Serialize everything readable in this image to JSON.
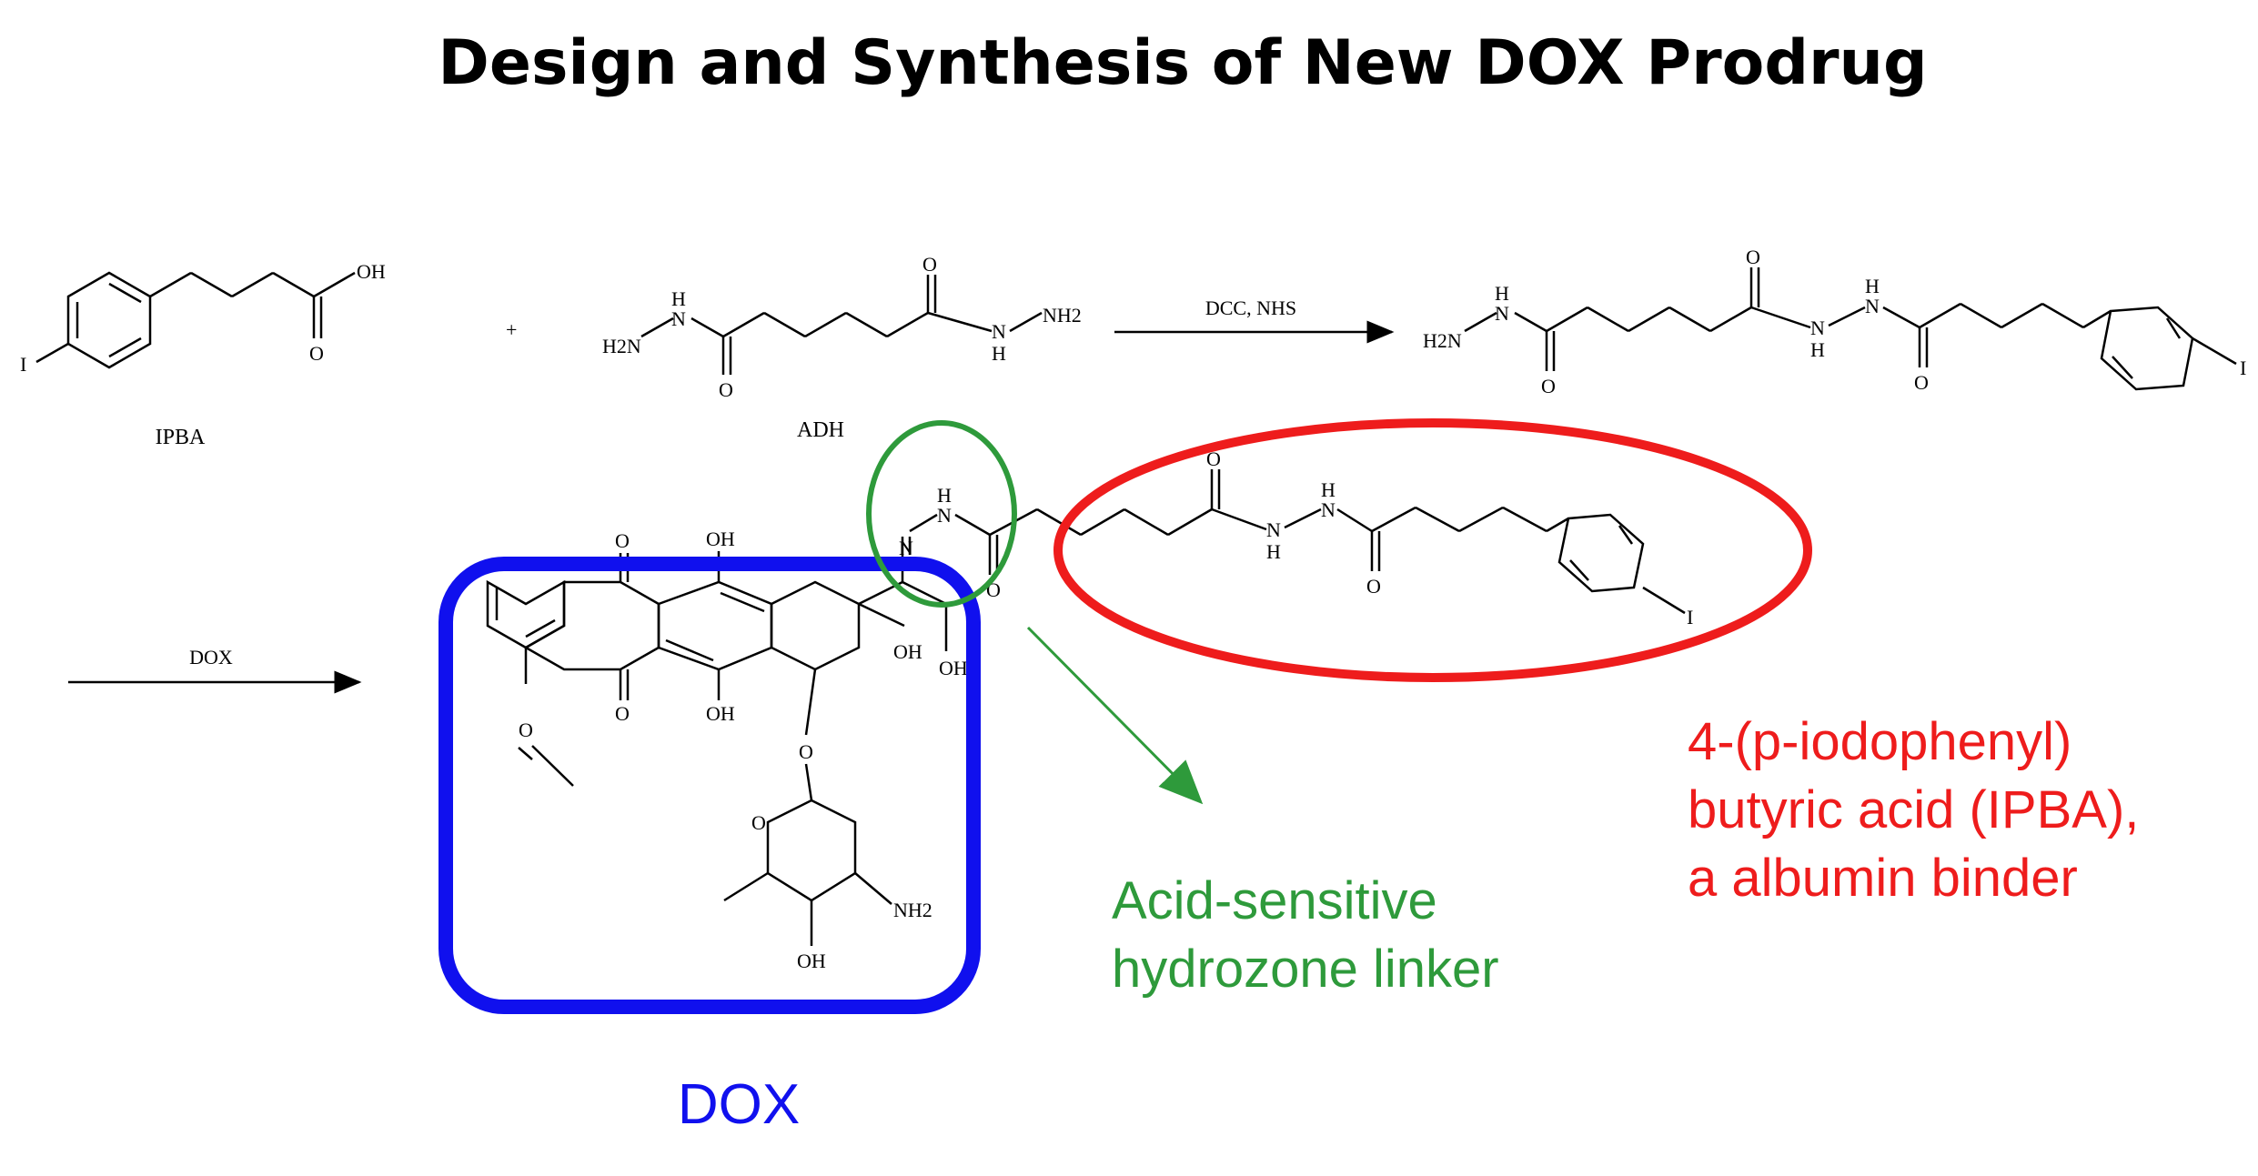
{
  "title": "Design and Synthesis of New DOX Prodrug",
  "reaction": {
    "plus": "+",
    "reagents_1": "DCC, NHS",
    "reagents_2": "DOX"
  },
  "compounds": {
    "ipba": "IPBA",
    "adh": "ADH"
  },
  "atoms": {
    "oh": "OH",
    "o": "O",
    "i": "I",
    "h": "H",
    "n": "N",
    "h2n": "H2N",
    "nh2": "NH2"
  },
  "annotations": {
    "dox_box": {
      "label": "DOX",
      "color": "#1010ee"
    },
    "linker": {
      "line1": "Acid-sensitive",
      "line2": "hydrozone linker",
      "color": "#2e9a3b"
    },
    "binder": {
      "line1": "4-(p-iodophenyl)",
      "line2": "butyric acid (IPBA),",
      "line3": "a albumin binder",
      "color": "#ee1c1c"
    }
  }
}
